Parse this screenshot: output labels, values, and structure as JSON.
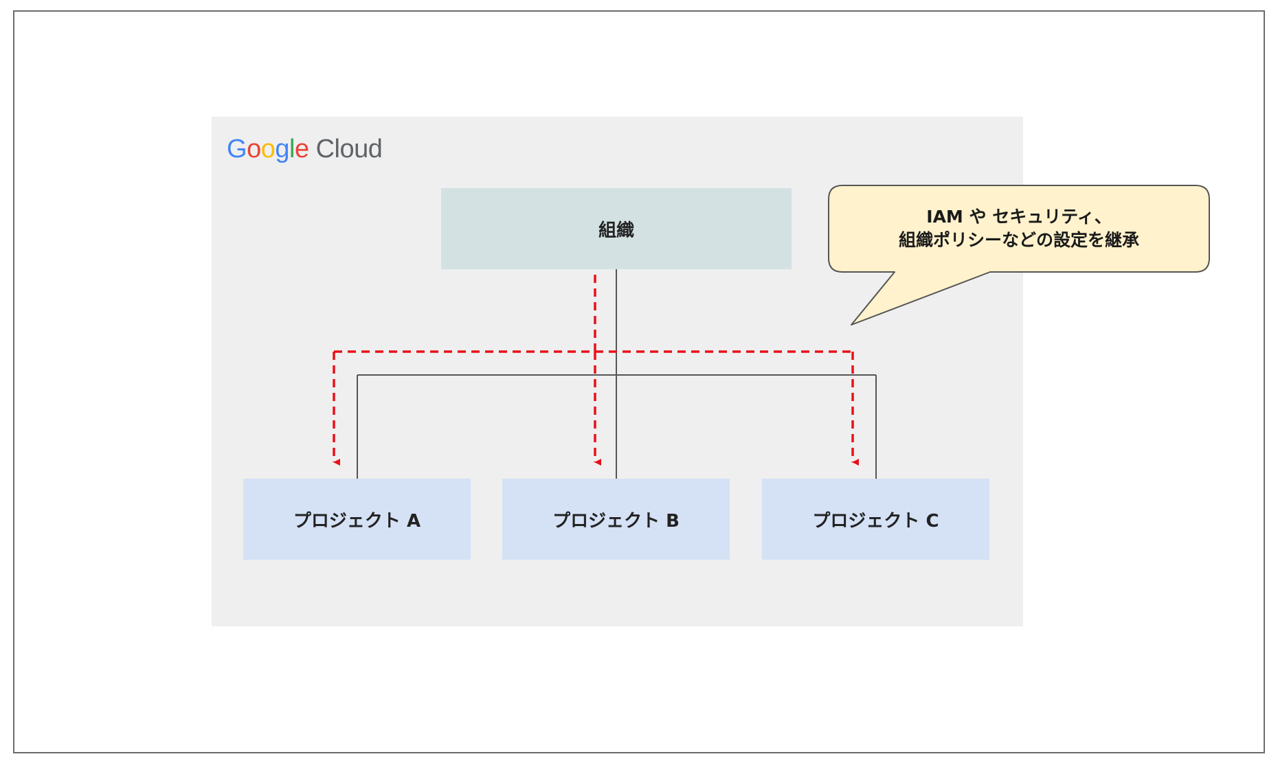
{
  "logo": {
    "google_letters": [
      "G",
      "o",
      "o",
      "g",
      "l",
      "e"
    ],
    "cloud_text": "Cloud"
  },
  "nodes": {
    "organization": "組織",
    "project_a": "プロジェクト A",
    "project_b": "プロジェクト B",
    "project_c": "プロジェクト C"
  },
  "callout": {
    "line1": "IAM や セキュリティ、",
    "line2": "組織ポリシーなどの設定を継承"
  },
  "colors": {
    "google_blue": "#4285F4",
    "google_red": "#EA4335",
    "google_yellow": "#FBBC05",
    "google_green": "#34A853",
    "org_box": "#d3e1e2",
    "project_box": "#d5e1f5",
    "inheritance_arrow": "#e8101a",
    "callout_fill": "#fff2cc"
  }
}
